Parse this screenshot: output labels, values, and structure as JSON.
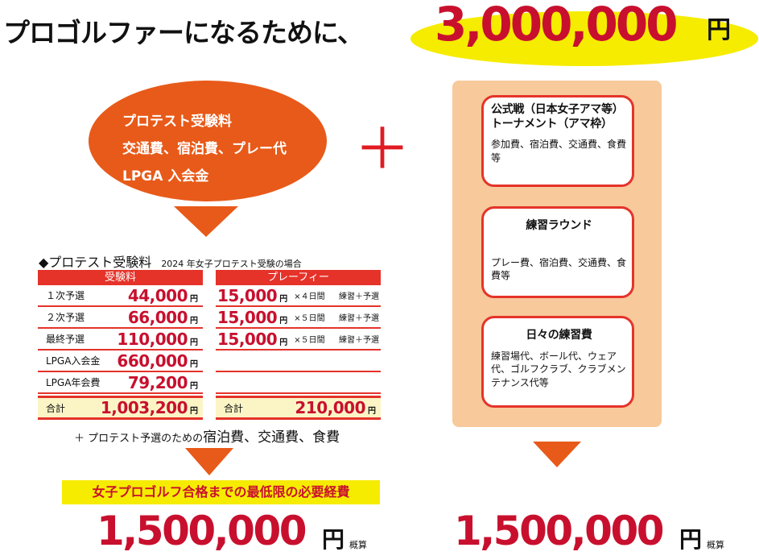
{
  "headline": {
    "text": "プロゴルファーになるために、",
    "amount": "3,000,000",
    "unit": "円"
  },
  "oval": {
    "lines": [
      "プロテスト受験料",
      "交通費、宿泊費、プレー代",
      "LPGA 入会金"
    ]
  },
  "plus": "＋",
  "section": {
    "title": "◆プロテスト受験料",
    "subtitle": "2024 年女子プロテスト受験の場合"
  },
  "exam_table": {
    "header": "受験料",
    "rows": [
      {
        "label": "１次予選",
        "amount": "44,000",
        "unit": "円"
      },
      {
        "label": "２次予選",
        "amount": "66,000",
        "unit": "円"
      },
      {
        "label": "最終予選",
        "amount": "110,000",
        "unit": "円"
      },
      {
        "label": "LPGA入会金",
        "amount": "660,000",
        "unit": "円"
      },
      {
        "label": "LPGA年会費",
        "amount": "79,200",
        "unit": "円"
      }
    ],
    "total": {
      "label": "合計",
      "amount": "1,003,200",
      "unit": "円"
    }
  },
  "play_table": {
    "header": "プレーフィー",
    "rows": [
      {
        "amount": "15,000",
        "unit": "円",
        "days": "×４日間",
        "note": "練習＋予選"
      },
      {
        "amount": "15,000",
        "unit": "円",
        "days": "×５日間",
        "note": "練習＋予選"
      },
      {
        "amount": "15,000",
        "unit": "円",
        "days": "×５日間",
        "note": "練習＋予選"
      }
    ],
    "total": {
      "label": "合計",
      "amount": "210,000",
      "unit": "円"
    }
  },
  "extra": {
    "prefix": "＋ プロテスト予選のための",
    "main": "宿泊費、交通費、食費"
  },
  "label": "女子プロゴルフ合格までの最低限の必要経費",
  "left_total": {
    "amount": "1,500,000",
    "unit": "円",
    "note": "概算"
  },
  "cards": [
    {
      "title": "公式戦（日本女子アマ等）トーナメント（アマ枠）",
      "body": "参加費、宿泊費、交通費、食費等"
    },
    {
      "title": "練習ラウンド",
      "body": "プレー費、宿泊費、交通費、食費等"
    },
    {
      "title": "日々の練習費",
      "body": "練習場代、ボール代、ウェア代、ゴルフクラブ、クラブメンテナンス代等"
    }
  ],
  "right_total": {
    "amount": "1,500,000",
    "unit": "円",
    "note": "概算"
  },
  "colors": {
    "red": "#c8102e",
    "orange": "#e85a19",
    "yellow": "#f6ec00",
    "peach": "#f7c99b"
  }
}
